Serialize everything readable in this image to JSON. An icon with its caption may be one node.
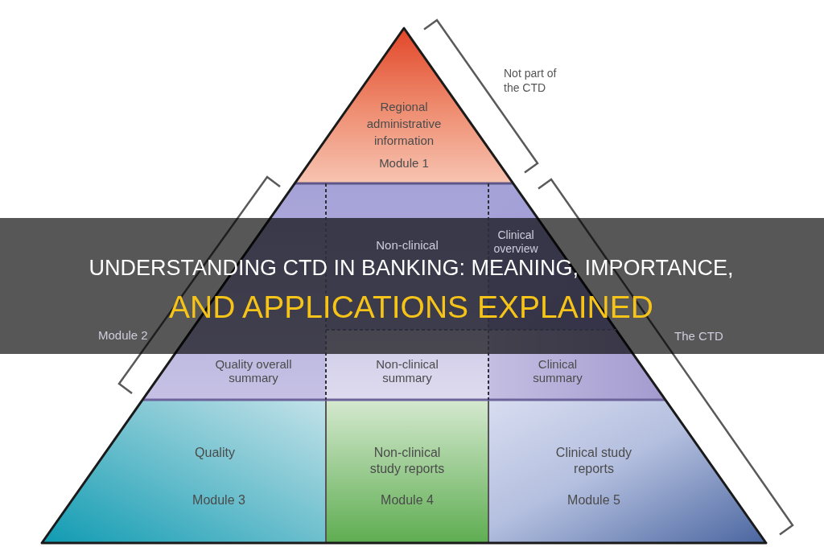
{
  "diagram": {
    "title": "UNDERSTANDING CTD IN BANKING: MEANING, IMPORTANCE, AND APPLICATIONS EXPLAINED",
    "nodes": [
      {
        "text": [
          "Regional administrative information",
          "Module 1"
        ]
      },
      {
        "text": [
          "Non-clinical"
        ]
      },
      {
        "text": [
          "Clinical overview"
        ]
      },
      {
        "text": [
          "Quality overall summary"
        ]
      },
      {
        "text": [
          "Non-clinical summary"
        ]
      },
      {
        "text": [
          "Clinical summary"
        ]
      },
      {
        "text": [
          "Quality",
          "Module 3"
        ]
      },
      {
        "text": [
          "Non-clinical study reports",
          "Module 4"
        ]
      },
      {
        "text": [
          "Clinical study reports",
          "Module 5"
        ]
      }
    ],
    "labels": [
      "Not part of the CTD",
      "Module 2",
      "The CTD"
    ]
  }
}
